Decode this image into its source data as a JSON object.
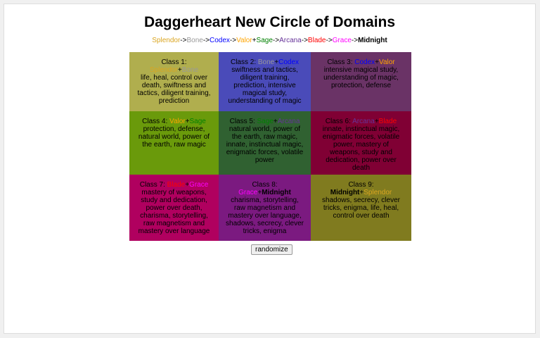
{
  "title": "Daggerheart New Circle of Domains",
  "domain_colors": {
    "Splendor": "#daa520",
    "Bone": "#999999",
    "Codex": "#0000ff",
    "Valor": "#ffa500",
    "Sage": "#008000",
    "Arcana": "#663399",
    "Blade": "#ff0000",
    "Grace": "#ff00ff",
    "Midnight": "#000000"
  },
  "chain": [
    {
      "name": "Splendor",
      "sep": "->"
    },
    {
      "name": "Bone",
      "sep": "->"
    },
    {
      "name": "Codex",
      "sep": "->"
    },
    {
      "name": "Valor",
      "sep": "+"
    },
    {
      "name": "Sage",
      "sep": "->"
    },
    {
      "name": "Arcana",
      "sep": "->"
    },
    {
      "name": "Blade",
      "sep": "->"
    },
    {
      "name": "Grace",
      "sep": "->"
    },
    {
      "name": "Midnight",
      "sep": ""
    }
  ],
  "classes": [
    {
      "label": "Class 1: ",
      "a": "Splendor",
      "b": "Bone",
      "desc": "life, heal, control over death, swiftness and tactics, diligent training, prediction",
      "bg": "#b0ae4e"
    },
    {
      "label": "Class 2: ",
      "a": "Bone",
      "b": "Codex",
      "desc": "swiftness and tactics, diligent training, prediction, intensive magical study, understanding of magic",
      "bg": "#4a4bb9"
    },
    {
      "label": "Class 3: ",
      "a": "Codex",
      "b": "Valor",
      "desc": "intensive magical study, understanding of magic, protection, defense",
      "bg": "#6a3366"
    },
    {
      "label": "Class 4: ",
      "a": "Valor",
      "b": "Sage",
      "desc": "protection, defense, natural world, power of the earth, raw magic",
      "bg": "#6a9a0b"
    },
    {
      "label": "Class 5: ",
      "a": "Sage",
      "b": "Arcana",
      "desc": "natural world, power of the earth, raw magic, innate, instinctual magic, enigmatic forces, volatile power",
      "bg": "#306131"
    },
    {
      "label": "Class 6: ",
      "a": "Arcana",
      "b": "Blade",
      "desc": "innate, instinctual magic, enigmatic forces, volatile power, mastery of weapons, study and dedication, power over death",
      "bg": "#800034"
    },
    {
      "label": "Class 7: ",
      "a": "Blade",
      "b": "Grace",
      "desc": "mastery of weapons, study and dedication, power over death, charisma, storytelling, raw magnetism and mastery over language",
      "bg": "#b0005f"
    },
    {
      "label": "Class 8: ",
      "a": "Grace",
      "b": "Midnight",
      "desc": "charisma, storytelling, raw magnetism and mastery over language, shadows, secrecy, clever tricks, enigma",
      "bg": "#7b1a80"
    },
    {
      "label": "Class 9: ",
      "a": "Midnight",
      "b": "Splendor",
      "desc": "shadows, secrecy, clever tricks, enigma, life, heal, control over death",
      "bg": "#807b1f"
    }
  ],
  "plus": "+",
  "randomize_label": "randomize"
}
